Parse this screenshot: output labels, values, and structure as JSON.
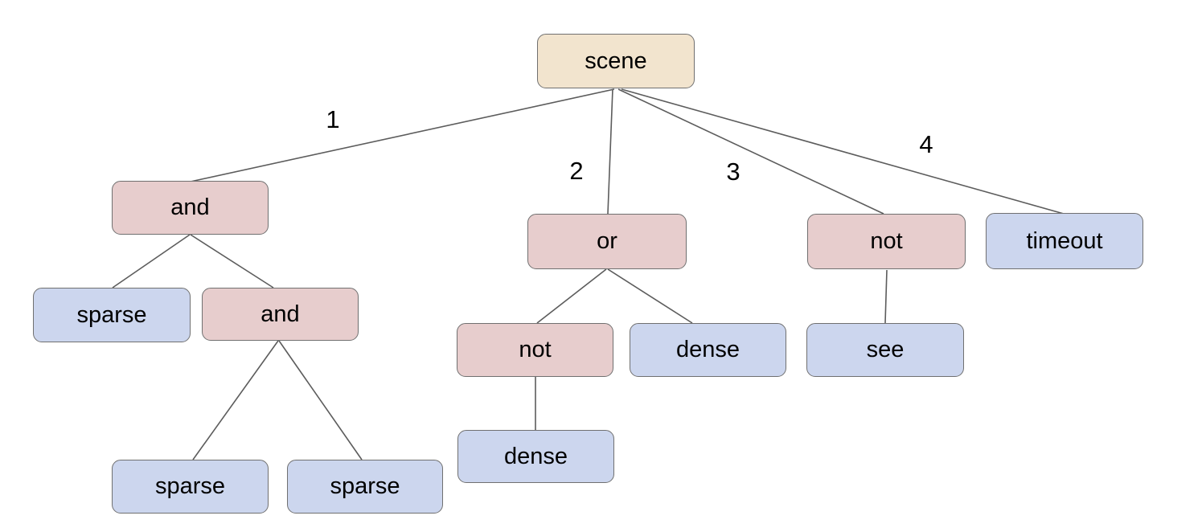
{
  "diagram": {
    "nodes": {
      "scene": {
        "label": "scene",
        "type": "root"
      },
      "and1": {
        "label": "and",
        "type": "operator"
      },
      "or1": {
        "label": "or",
        "type": "operator"
      },
      "not1": {
        "label": "not",
        "type": "operator"
      },
      "timeout": {
        "label": "timeout",
        "type": "leaf"
      },
      "sparse1": {
        "label": "sparse",
        "type": "leaf"
      },
      "and2": {
        "label": "and",
        "type": "operator"
      },
      "not2": {
        "label": "not",
        "type": "operator"
      },
      "dense2": {
        "label": "dense",
        "type": "leaf"
      },
      "see": {
        "label": "see",
        "type": "leaf"
      },
      "dense3": {
        "label": "dense",
        "type": "leaf"
      },
      "sparse3": {
        "label": "sparse",
        "type": "leaf"
      },
      "sparse4": {
        "label": "sparse",
        "type": "leaf"
      }
    },
    "edge_labels": [
      {
        "label": "1",
        "from": "scene",
        "to": "and1"
      },
      {
        "label": "2",
        "from": "scene",
        "to": "or1"
      },
      {
        "label": "3",
        "from": "scene",
        "to": "not1"
      },
      {
        "label": "4",
        "from": "scene",
        "to": "timeout"
      }
    ],
    "edges": [
      {
        "from": "scene",
        "to": "and1"
      },
      {
        "from": "scene",
        "to": "or1"
      },
      {
        "from": "scene",
        "to": "not1"
      },
      {
        "from": "scene",
        "to": "timeout"
      },
      {
        "from": "and1",
        "to": "sparse1"
      },
      {
        "from": "and1",
        "to": "and2"
      },
      {
        "from": "or1",
        "to": "not2"
      },
      {
        "from": "or1",
        "to": "dense2"
      },
      {
        "from": "not1",
        "to": "see"
      },
      {
        "from": "and2",
        "to": "sparse3"
      },
      {
        "from": "and2",
        "to": "sparse4"
      },
      {
        "from": "not2",
        "to": "dense3"
      }
    ],
    "colors": {
      "root_fill": "#f2e4ce",
      "operator_fill": "#e7cdcd",
      "leaf_fill": "#ccd6ee",
      "border_color": "#707070",
      "line_color": "#5c5c5c",
      "text_color": "#000000",
      "bg": "#ffffff"
    }
  }
}
